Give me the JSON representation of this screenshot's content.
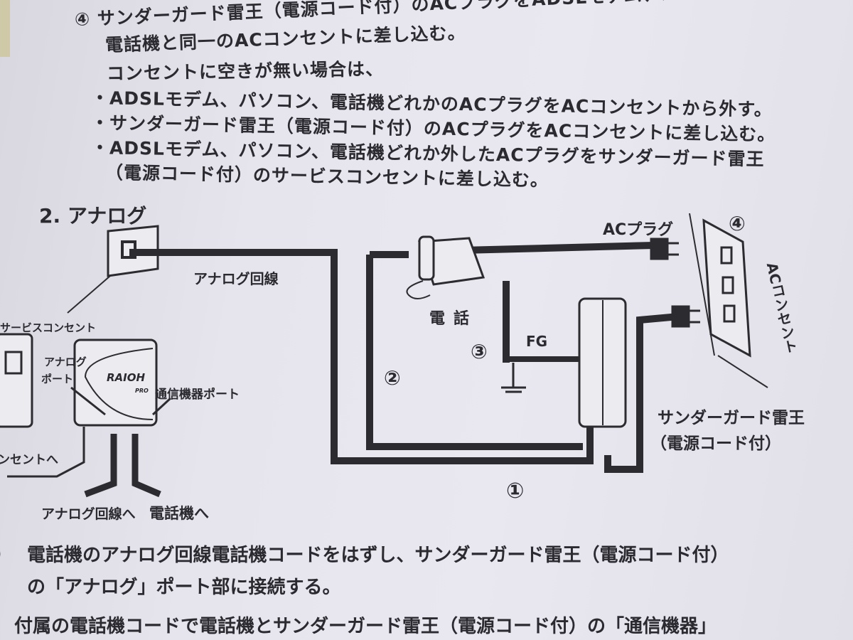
{
  "step4": {
    "marker": "④",
    "line1": "サンダーガード雷王（電源コード付）のACプラグをADSLモデム、パソコン、",
    "line2": "電話機と同一のACコンセントに差し込む。",
    "no_outlet_intro": "コンセントに空きが無い場合は、",
    "bullets": [
      "・ADSLモデム、パソコン、電話機どれかのACプラグをACコンセントから外す。",
      "・サンダーガード雷王（電源コード付）のACプラグをACコンセントに差し込む。",
      "・ADSLモデム、パソコン、電話機どれか外したACプラグをサンダーガード雷王",
      "（電源コード付）のサービスコンセントに差し込む。"
    ]
  },
  "section_title": "2. アナログ",
  "diagram": {
    "analog_line": "アナログ回線",
    "ac_plug": "ACプラグ",
    "outlet_number": "④",
    "ac_outlet": "ACコンセント",
    "phone": "電話",
    "fg": "FG",
    "n1": "①",
    "n2": "②",
    "n3": "③",
    "device_name": "サンダーガード雷王",
    "device_sub": "（電源コード付）",
    "service_outlet": "サービスコンセント",
    "analog_port": "アナログ",
    "analog_port2": "ポート",
    "comm_port": "通信機器ポート",
    "brand": "RAIOH",
    "brand_sub": "PRO",
    "to_outlet": "コンセントへ",
    "to_analog_line": "アナログ回線へ",
    "to_phone": "電話機へ"
  },
  "steps": {
    "step1_marker": "）",
    "step1_line1": "電話機のアナログ回線電話機コードをはずし、サンダーガード雷王（電源コード付）",
    "step1_line2": "の「アナログ」ポート部に接続する。",
    "step2_line1": "付属の電話機コードで電話機とサンダーガード雷王（電源コード付）の「通信機器」"
  }
}
